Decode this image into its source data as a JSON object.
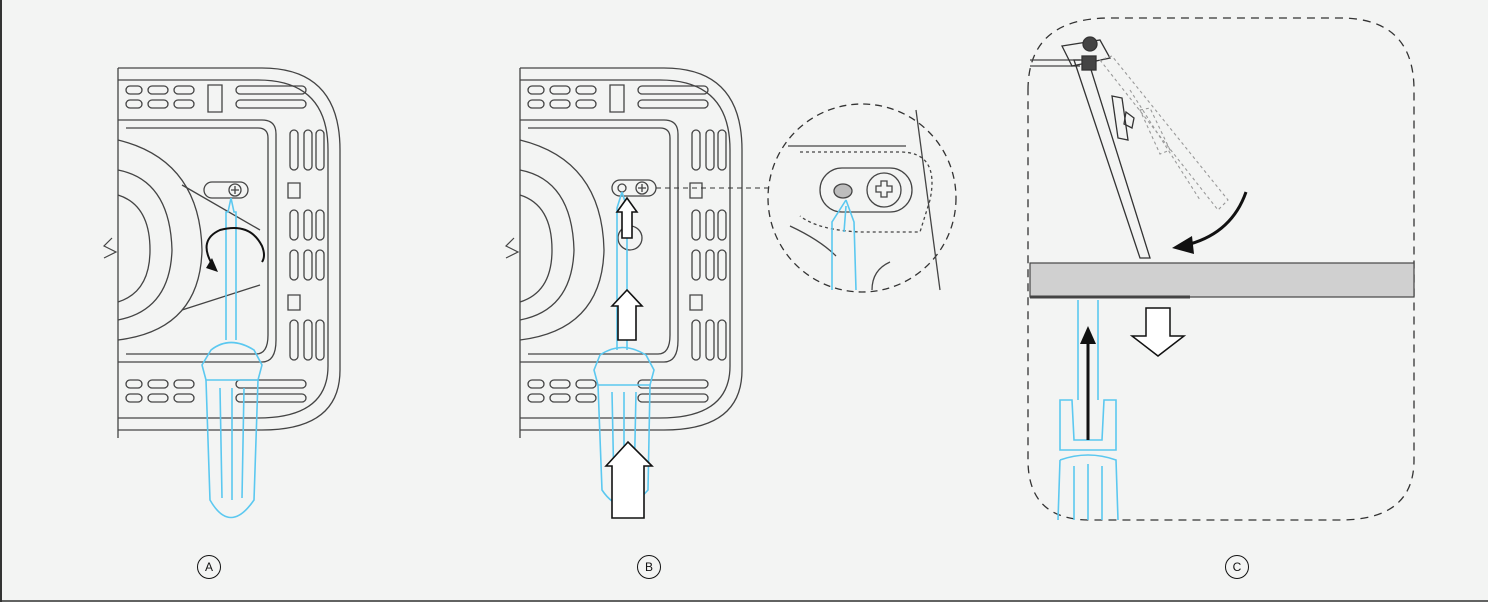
{
  "steps": [
    {
      "label": "A"
    },
    {
      "label": "B"
    },
    {
      "label": "C"
    }
  ],
  "colors": {
    "background": "#f3f4f3",
    "line": "#333333",
    "screwdriver": "#5bc8f0",
    "panel_fill": "#d0d0d0",
    "arrow_fill": "#ffffff"
  }
}
